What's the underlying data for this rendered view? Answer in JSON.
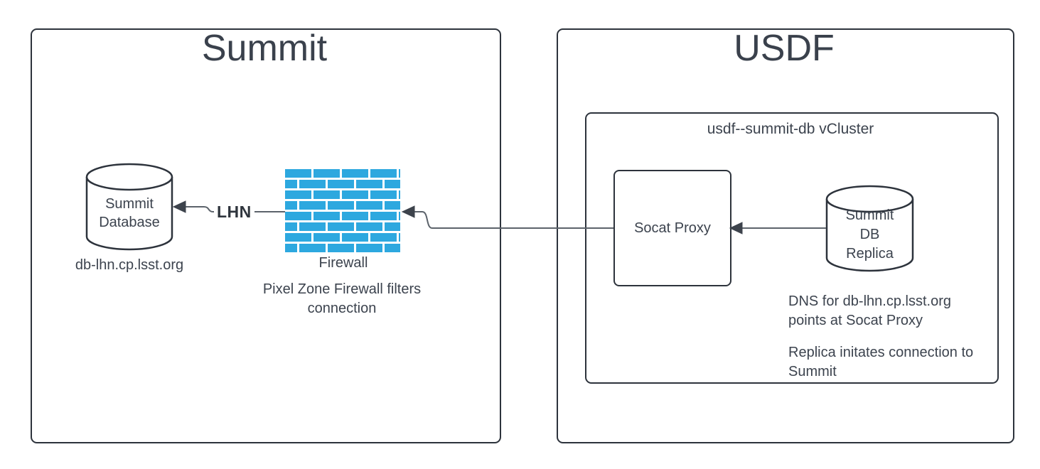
{
  "diagram": {
    "summit": {
      "title": "Summit",
      "database": {
        "label_line1": "Summit",
        "label_line2": "Database",
        "hostname": "db-lhn.cp.lsst.org"
      },
      "firewall": {
        "label": "Firewall",
        "note_line1": "Pixel Zone Firewall filters",
        "note_line2": "connection"
      },
      "lhn_edge_label": "LHN"
    },
    "usdf": {
      "title": "USDF",
      "vcluster": {
        "label": "usdf--summit-db vCluster",
        "socat_proxy": {
          "label": "Socat Proxy"
        },
        "replica": {
          "label_line1": "Summit",
          "label_line2": "DB",
          "label_line3": "Replica"
        },
        "dns_note_line1": "DNS for db-lhn.cp.lsst.org",
        "dns_note_line2": "points at Socat Proxy",
        "replica_note_line1": "Replica initates connection to",
        "replica_note_line2": "Summit"
      }
    },
    "colors": {
      "node_border": "#2d333c",
      "text": "#3c434e",
      "connector_line": "#5c636b",
      "arrowhead": "#3d434c",
      "firewall_brick": "#2da8df"
    }
  }
}
